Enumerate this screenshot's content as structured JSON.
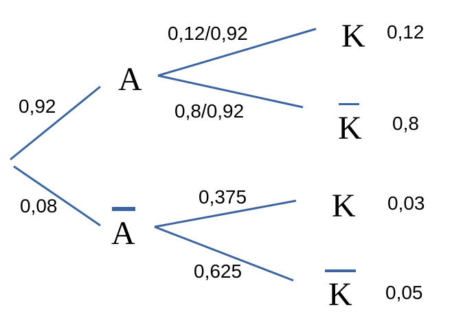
{
  "colors": {
    "edge": "#3b64a0"
  },
  "nodes": {
    "a": "A",
    "a_bar": "A",
    "k1": "K",
    "k1_bar": "K",
    "k2": "K",
    "k2_bar": "K"
  },
  "edges": {
    "root_a": "0,92",
    "root_a_bar": "0,08",
    "a_k": "0,12/0,92",
    "a_k_bar": "0,8/0,92",
    "a_bar_k": "0,375",
    "a_bar_k_bar": "0,625"
  },
  "results": {
    "a_k": "0,12",
    "a_k_bar": "0,8",
    "a_bar_k": "0,03",
    "a_bar_k_bar": "0,05"
  }
}
